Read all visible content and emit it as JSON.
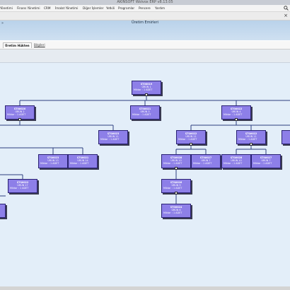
{
  "window": {
    "title": "AKINSOFT Wolvox ERP v8.13.05"
  },
  "menu": [
    {
      "id": "finans",
      "label": "Yönetimi"
    },
    {
      "id": "finans2",
      "label": "Finans Yönetimi"
    },
    {
      "id": "crm",
      "label": "CRM"
    },
    {
      "id": "imalat",
      "label": "İmalat Yönetimi"
    },
    {
      "id": "diger",
      "label": "Diğer İşlemler"
    },
    {
      "id": "yetkili",
      "label": "Yetkili"
    },
    {
      "id": "programlar",
      "label": "Programlar"
    },
    {
      "id": "pencere",
      "label": "Pencere"
    },
    {
      "id": "yardim",
      "label": "Yardım"
    }
  ],
  "page": {
    "title": "Üretim Emirleri",
    "close_symbol": "×",
    "expand_symbol": "»"
  },
  "tabs": {
    "active": "Üretim Hükten",
    "other": "Bilgileri"
  },
  "icons": {
    "search": "search-icon",
    "close": "close-icon"
  },
  "colors": {
    "node_fill": "#8d7fe8",
    "node_border": "#2a2273",
    "edge": "#2c3e80",
    "canvas": "#e3eef9"
  },
  "tree": {
    "qty_prefix": "Miktar : ",
    "nodes": [
      {
        "id": "n1",
        "code": "ST00019",
        "name": "ÜRÜN 1",
        "qty": "1 ADET",
        "toggle": "-"
      },
      {
        "id": "n2",
        "code": "ST00020",
        "name": "ÜRÜN 2",
        "qty": "1 ADET",
        "toggle": "-"
      },
      {
        "id": "n3",
        "code": "ST00021",
        "name": "ÜRÜN 3",
        "qty": "1 ADET",
        "toggle": ""
      },
      {
        "id": "n4",
        "code": "ST00022",
        "name": "ÜRÜN 4",
        "qty": "1 ADET",
        "toggle": "-"
      },
      {
        "id": "n5",
        "code": "ST00023",
        "name": "ÜRÜN 11",
        "qty": "1 ADET",
        "toggle": ""
      },
      {
        "id": "n6",
        "code": "ST00023",
        "name": "ÜRÜN 13",
        "qty": "1 ADET",
        "toggle": ""
      },
      {
        "id": "n7",
        "code": "ST00021",
        "name": "ÜRÜN 14",
        "qty": "1 ADET",
        "toggle": ""
      },
      {
        "id": "n8",
        "code": "ST00022",
        "name": "ÜRÜN 17",
        "qty": "1 ADET",
        "toggle": ""
      },
      {
        "id": "n9",
        "code": "ST00022",
        "name": "ÜRÜN 11",
        "qty": "1 ADET",
        "toggle": "-"
      },
      {
        "id": "n10",
        "code": "ST00028",
        "name": "ÜRÜN 10",
        "qty": "1 ADET",
        "toggle": "-"
      },
      {
        "id": "n11",
        "code": "ST00027",
        "name": "ÜRÜN 7",
        "qty": "1 ADET",
        "toggle": ""
      },
      {
        "id": "n12",
        "code": "ST00026",
        "name": "ÜRÜN 9",
        "qty": "1 ADET",
        "toggle": "-"
      },
      {
        "id": "n13",
        "code": "ST00024",
        "name": "ÜRÜN 6",
        "qty": "1 ADET",
        "toggle": ""
      },
      {
        "id": "n14",
        "code": "ST00022",
        "name": "ÜRÜN 11",
        "qty": "1 ADET",
        "toggle": "-"
      },
      {
        "id": "n15",
        "code": "ST00028",
        "name": "ÜRÜN 10",
        "qty": "1 ADET",
        "toggle": ""
      },
      {
        "id": "n16",
        "code": "ST00027",
        "name": "ÜRÜN 7",
        "qty": "1 ADET",
        "toggle": ""
      }
    ]
  }
}
